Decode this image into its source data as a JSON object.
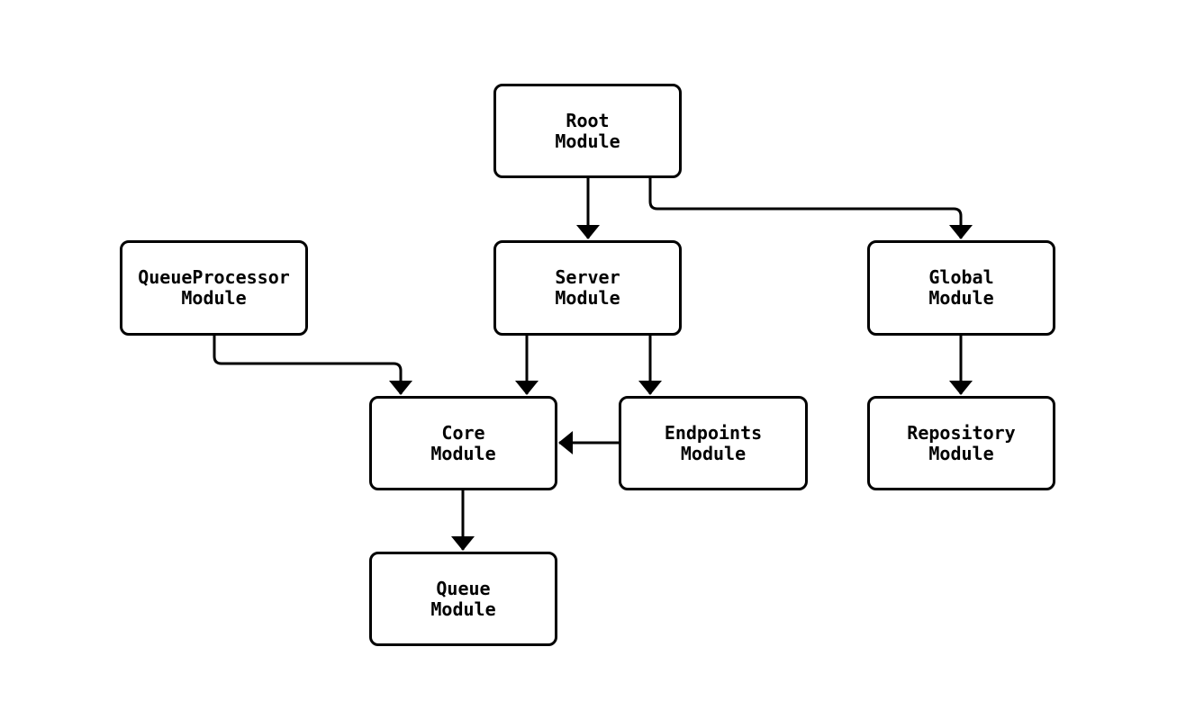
{
  "diagram": {
    "type": "flowchart",
    "background_color": "#ffffff",
    "stroke_color": "#000000",
    "node_fill_color": "#ffffff",
    "nodes": {
      "root": {
        "label": "Root\nModule"
      },
      "queue_processor": {
        "label": "QueueProcessor\nModule"
      },
      "server": {
        "label": "Server\nModule"
      },
      "global": {
        "label": "Global\nModule"
      },
      "core": {
        "label": "Core\nModule"
      },
      "endpoints": {
        "label": "Endpoints\nModule"
      },
      "repository": {
        "label": "Repository\nModule"
      },
      "queue": {
        "label": "Queue\nModule"
      }
    },
    "edges": [
      {
        "from": "Root Module",
        "to": "Server Module"
      },
      {
        "from": "Root Module",
        "to": "Global Module"
      },
      {
        "from": "QueueProcessor Module",
        "to": "Core Module"
      },
      {
        "from": "Server Module",
        "to": "Core Module"
      },
      {
        "from": "Server Module",
        "to": "Endpoints Module"
      },
      {
        "from": "Endpoints Module",
        "to": "Core Module"
      },
      {
        "from": "Global Module",
        "to": "Repository Module"
      },
      {
        "from": "Core Module",
        "to": "Queue Module"
      }
    ]
  }
}
